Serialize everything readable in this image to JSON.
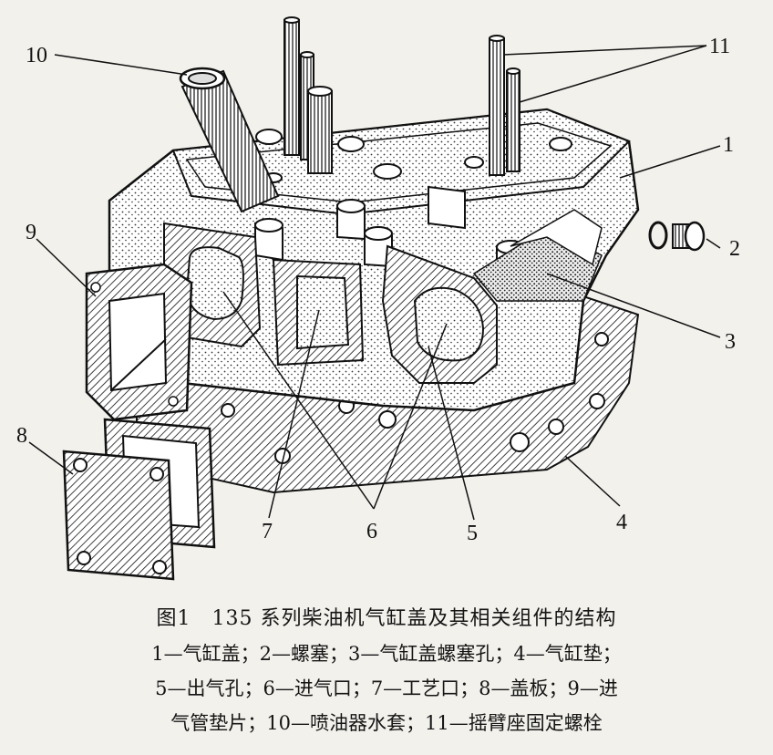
{
  "callouts": {
    "c1": "1",
    "c2": "2",
    "c3": "3",
    "c4": "4",
    "c5": "5",
    "c6": "6",
    "c7": "7",
    "c8": "8",
    "c9": "9",
    "c10": "10",
    "c11": "11"
  },
  "caption": {
    "title": "图1　135 系列柴油机气缸盖及其相关组件的结构",
    "line1": "1—气缸盖；2—螺塞；3—气缸盖螺塞孔；4—气缸垫；",
    "line2": "5—出气孔；6—进气口；7—工艺口；8—盖板；9—进",
    "line3": "气管垫片；10—喷油器水套；11—摇臂座固定螺栓"
  }
}
